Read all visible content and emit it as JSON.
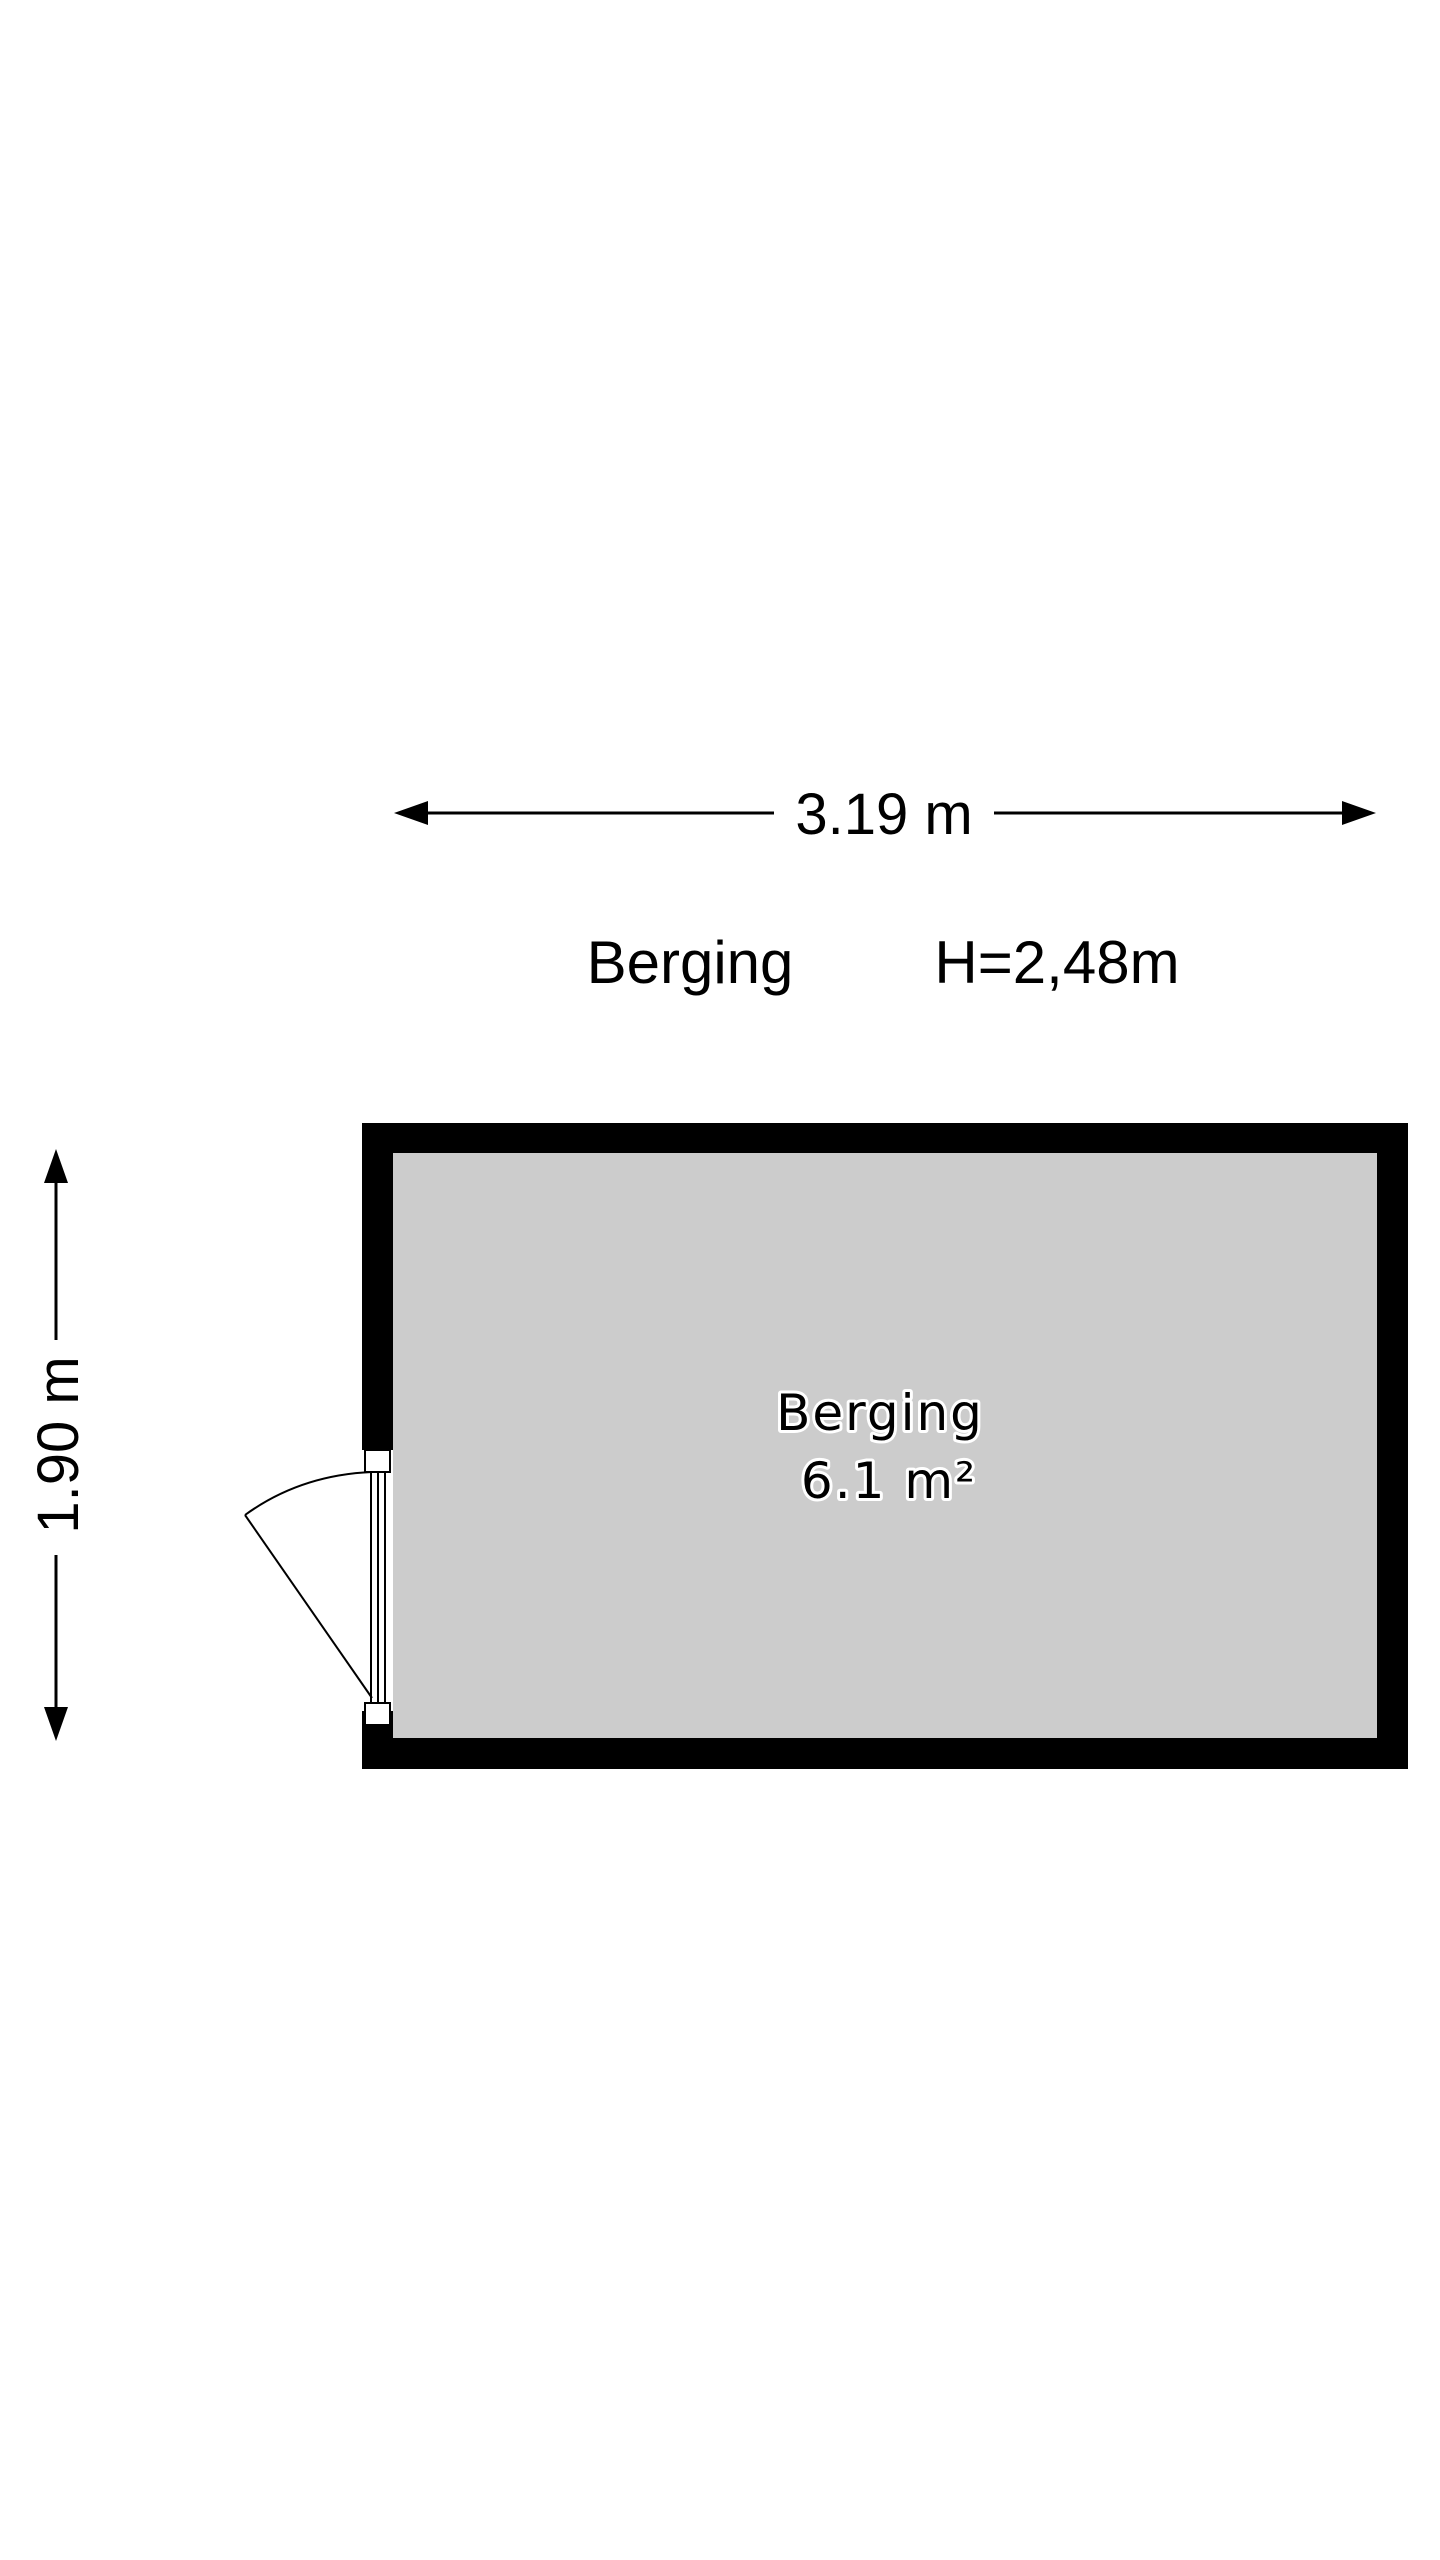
{
  "dimensions": {
    "width_label": "3.19 m",
    "height_label": "1.90 m"
  },
  "header": {
    "room_name": "Berging",
    "ceiling_height": "H=2,48m"
  },
  "room": {
    "name": "Berging",
    "area": "6.1 m²"
  },
  "colors": {
    "wall": "#000000",
    "floor": "#cccccc",
    "background": "#ffffff"
  }
}
